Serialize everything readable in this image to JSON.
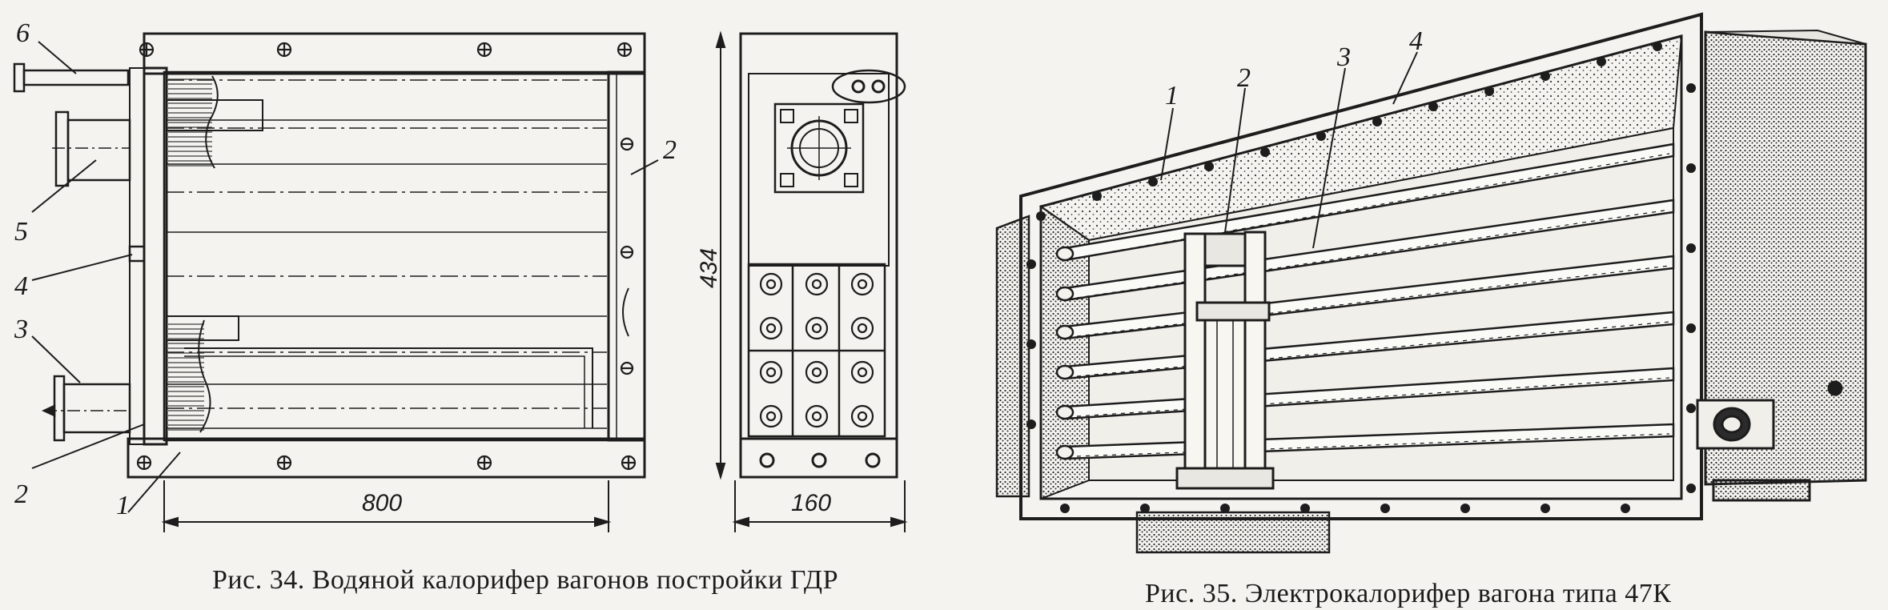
{
  "figure34": {
    "caption": "Рис. 34. Водяной калорифер вагонов постройки ГДР",
    "labels": [
      "6",
      "5",
      "4",
      "3",
      "2",
      "1",
      "2"
    ],
    "dims": {
      "width": "800",
      "height": "434",
      "depth": "160"
    }
  },
  "figure35": {
    "caption": "Рис. 35. Электрокалорифер вагона типа 47К",
    "labels": [
      "1",
      "2",
      "3",
      "4"
    ]
  }
}
